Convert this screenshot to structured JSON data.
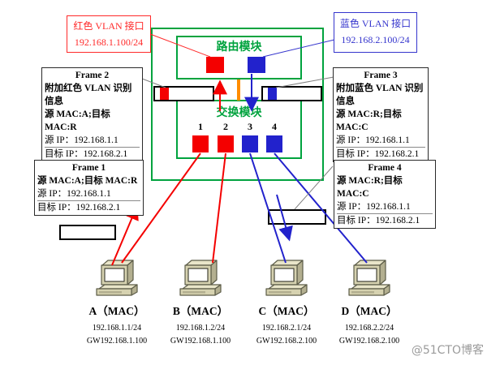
{
  "interface_labels": {
    "red": {
      "title": "红色 VLAN 接口",
      "ip": "192.168.1.100/24"
    },
    "blue": {
      "title": "蓝色 VLAN 接口",
      "ip": "192.168.2.100/24"
    }
  },
  "router": {
    "label": "路由模块"
  },
  "switch": {
    "label": "交换模块",
    "ports": [
      "1",
      "2",
      "3",
      "4"
    ]
  },
  "frames": {
    "frame1": {
      "title": "Frame 1",
      "mac": "源 MAC:A;目标 MAC:R",
      "src_ip": "源 IP：192.168.1.1",
      "dst_ip": "目标 IP：192.168.2.1"
    },
    "frame2": {
      "title": "Frame 2",
      "tag_info": "附加红色 VLAN 识别信息",
      "mac": "源 MAC:A;目标 MAC:R",
      "src_ip": "源 IP：192.168.1.1",
      "dst_ip": "目标 IP：192.168.2.1"
    },
    "frame3": {
      "title": "Frame 3",
      "tag_info": "附加蓝色 VLAN 识别信息",
      "mac": "源 MAC:R;目标 MAC:C",
      "src_ip": "源 IP：192.168.1.1",
      "dst_ip": "目标 IP：192.168.2.1"
    },
    "frame4": {
      "title": "Frame 4",
      "mac": "源 MAC:R;目标 MAC:C",
      "src_ip": "源 IP：192.168.1.1",
      "dst_ip": "目标 IP：192.168.2.1"
    }
  },
  "hosts": [
    {
      "name": "A（MAC）",
      "ip": "192.168.1.1/24",
      "gw": "GW192.168.1.100"
    },
    {
      "name": "B（MAC）",
      "ip": "192.168.1.2/24",
      "gw": "GW192.168.1.100"
    },
    {
      "name": "C（MAC）",
      "ip": "192.168.2.1/24",
      "gw": "GW192.168.2.100"
    },
    {
      "name": "D（MAC）",
      "ip": "192.168.2.2/24",
      "gw": "GW192.168.2.100"
    }
  ],
  "watermark": "@51CTO博客",
  "colors": {
    "green": "#00a33e",
    "red": "#f40000",
    "blue": "#2222cc",
    "orange": "#ff8c00",
    "pointer_gray": "#808080",
    "red_label": "#ff2a2a",
    "blue_label": "#3535cd",
    "watermark_gray": "#9b9b9b"
  }
}
